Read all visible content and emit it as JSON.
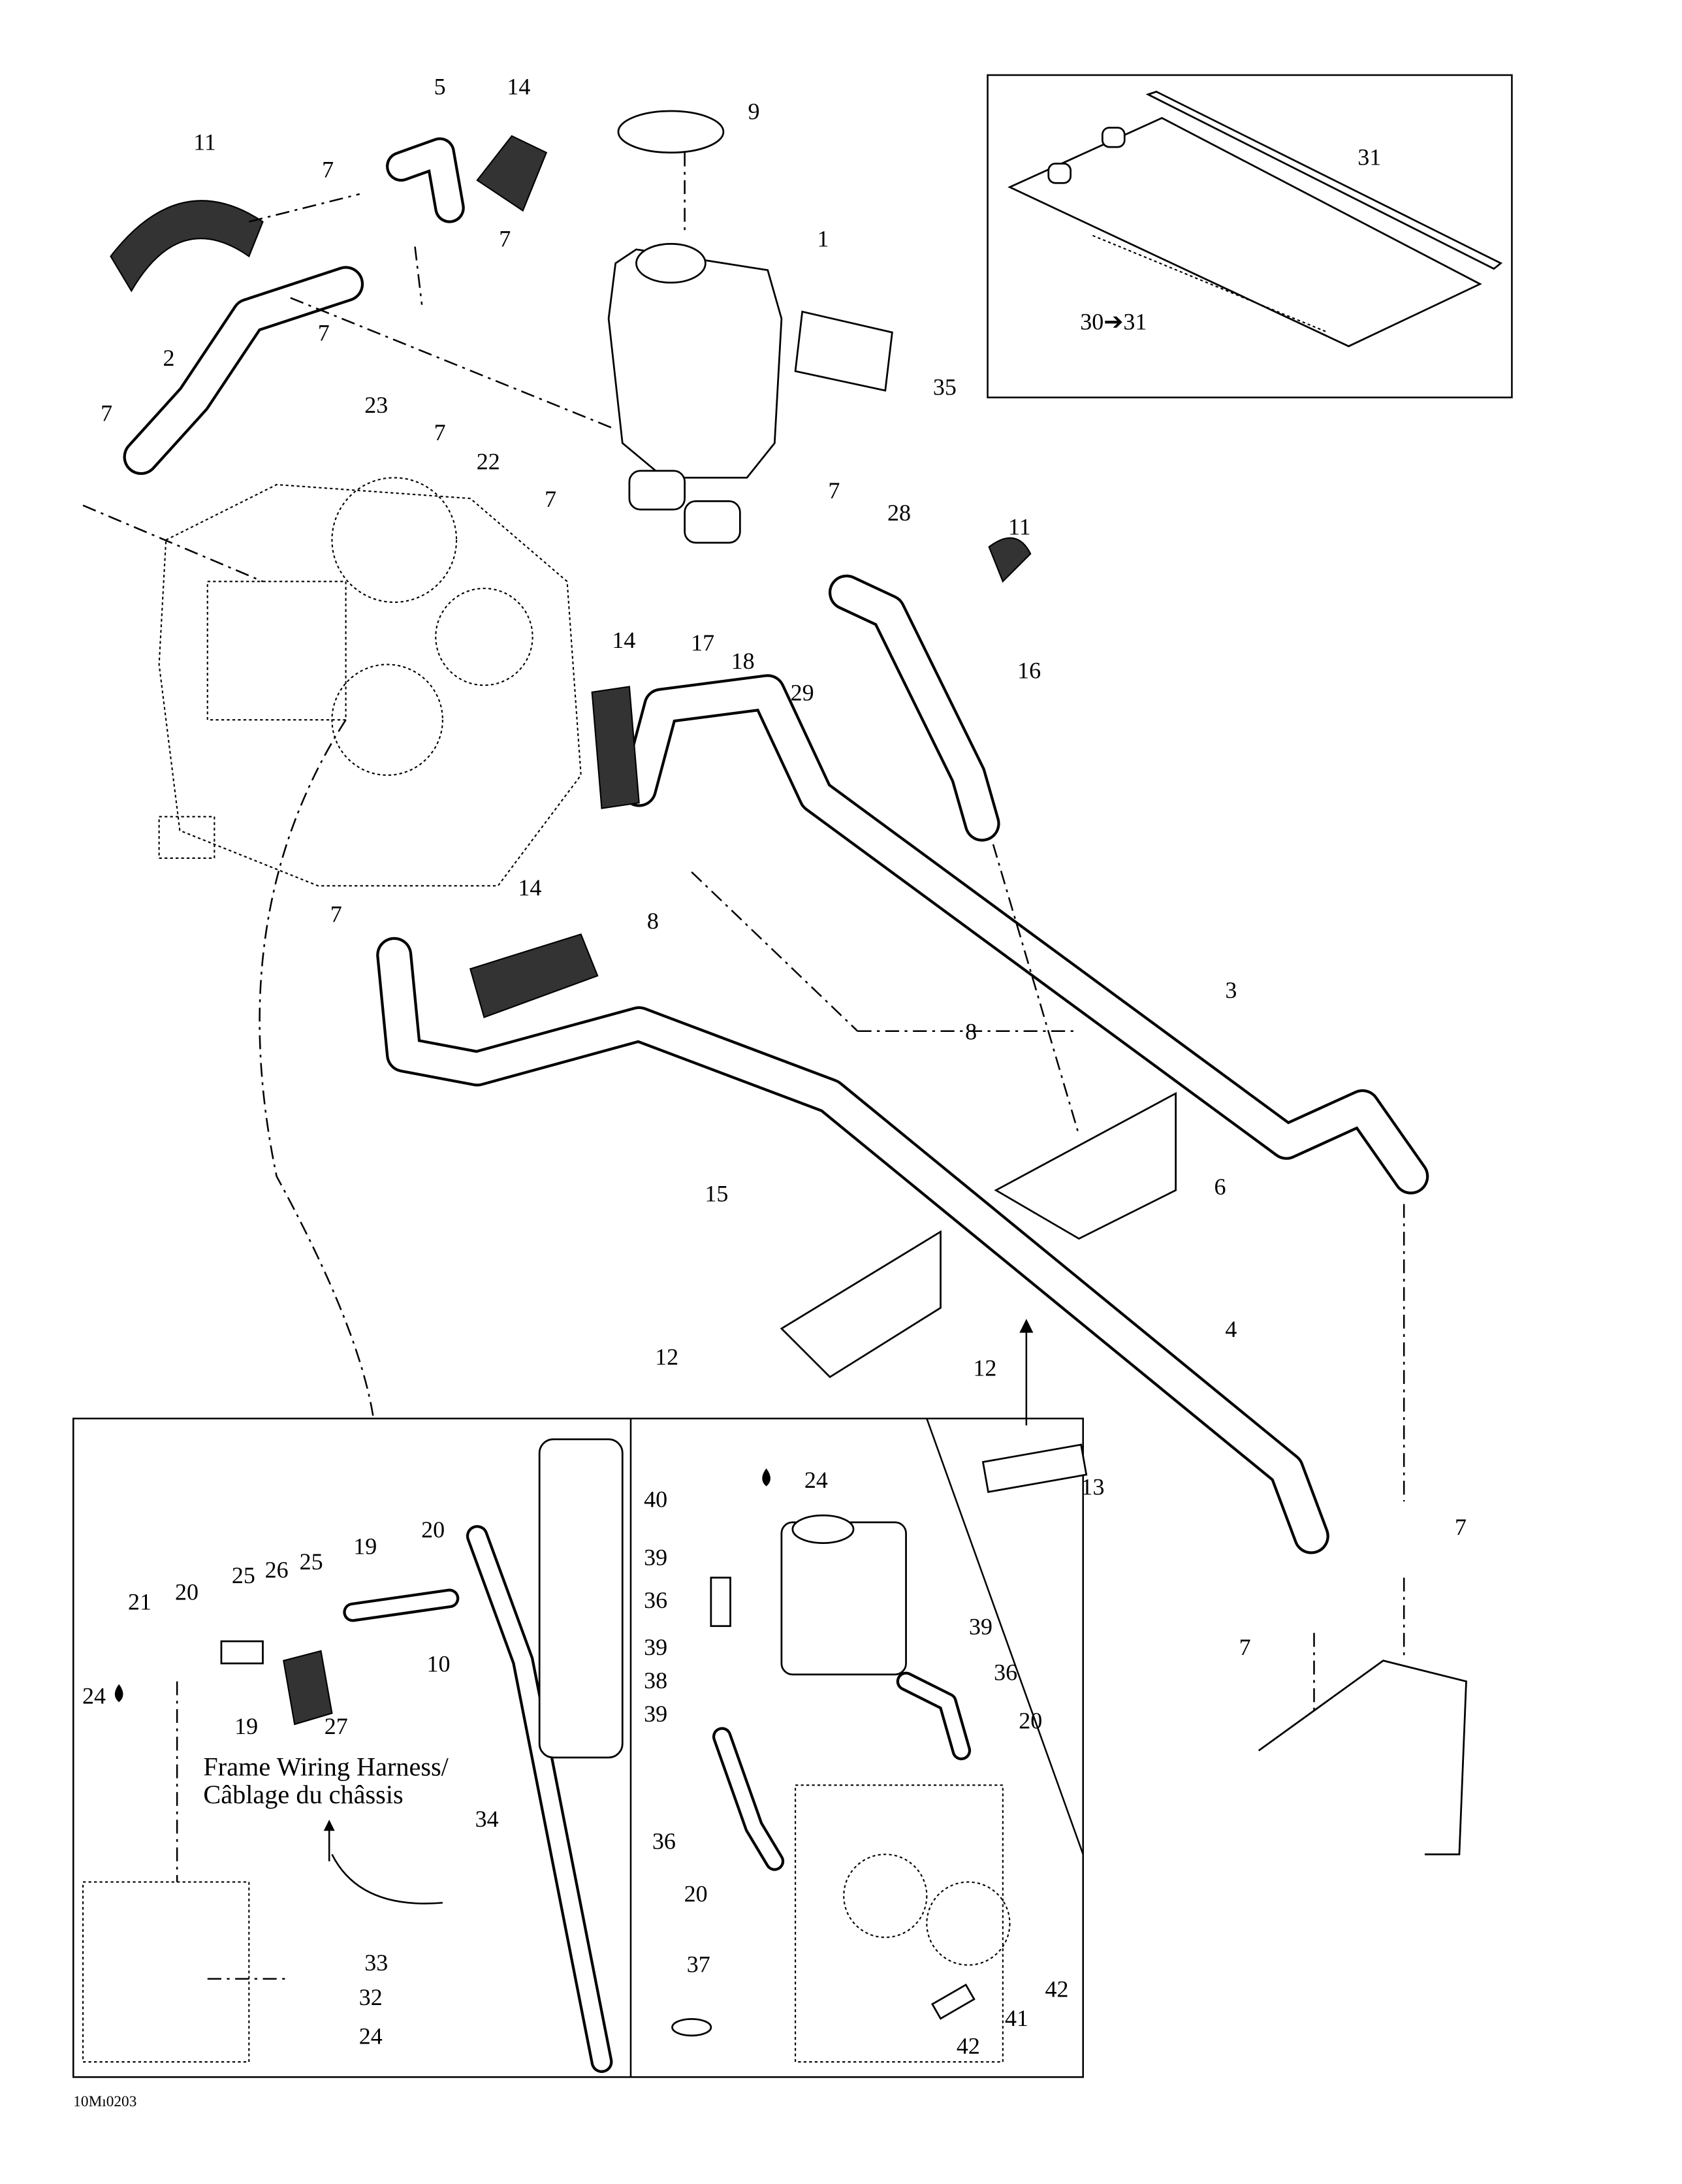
{
  "diagram": {
    "drawing_code": "10Mı0203",
    "harness_note": {
      "line1": "Frame Wiring Harness/",
      "line2": "Câblage du châssis"
    },
    "callouts": [
      "5",
      "14",
      "11",
      "9",
      "7",
      "7",
      "1",
      "31",
      "30➔31",
      "35",
      "2",
      "7",
      "23",
      "7",
      "22",
      "7",
      "7",
      "7",
      "28",
      "11",
      "17",
      "18",
      "29",
      "16",
      "14",
      "14",
      "7",
      "8",
      "8",
      "3",
      "15",
      "6",
      "12",
      "12",
      "4",
      "13",
      "7",
      "7",
      "20",
      "19",
      "25",
      "26",
      "25",
      "20",
      "21",
      "24",
      "19",
      "27",
      "10",
      "34",
      "33",
      "32",
      "24",
      "40",
      "24",
      "39",
      "36",
      "39",
      "38",
      "39",
      "39",
      "36",
      "20",
      "36",
      "20",
      "37",
      "42",
      "41",
      "42"
    ],
    "icons": {
      "grease": "drop-icon",
      "direction": "arrow-up-icon"
    }
  }
}
